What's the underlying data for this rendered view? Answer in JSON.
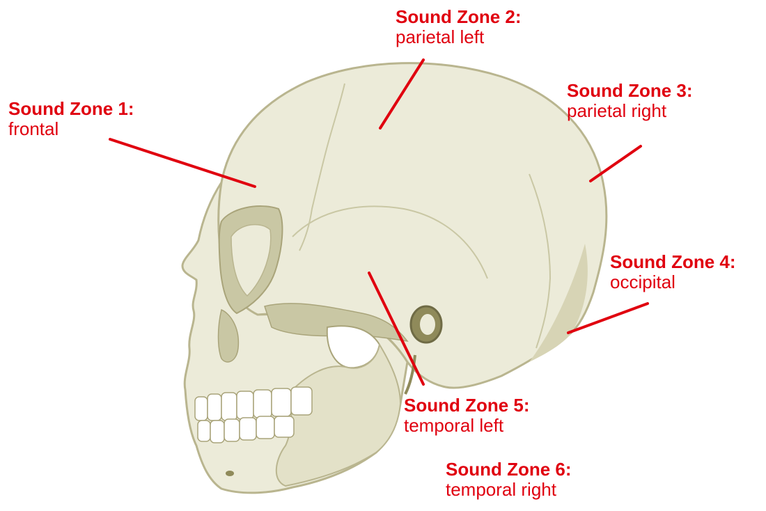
{
  "zones": [
    {
      "title": "Sound Zone 1:",
      "subtitle": "frontal"
    },
    {
      "title": "Sound Zone 2:",
      "subtitle": "parietal left"
    },
    {
      "title": "Sound Zone 3:",
      "subtitle": "parietal right"
    },
    {
      "title": "Sound Zone 4:",
      "subtitle": "occipital"
    },
    {
      "title": "Sound Zone 5:",
      "subtitle": "temporal left"
    },
    {
      "title": "Sound Zone 6:",
      "subtitle": "temporal right"
    }
  ],
  "colors": {
    "label": "#e0000f",
    "pointer": "#e0000f",
    "bone": "#ecebd9",
    "bone_shade": "#c9c7a4",
    "bone_dark": "#a9a47a",
    "outline": "#b9b58f"
  },
  "image": {
    "subject": "skull-lateral-view"
  }
}
